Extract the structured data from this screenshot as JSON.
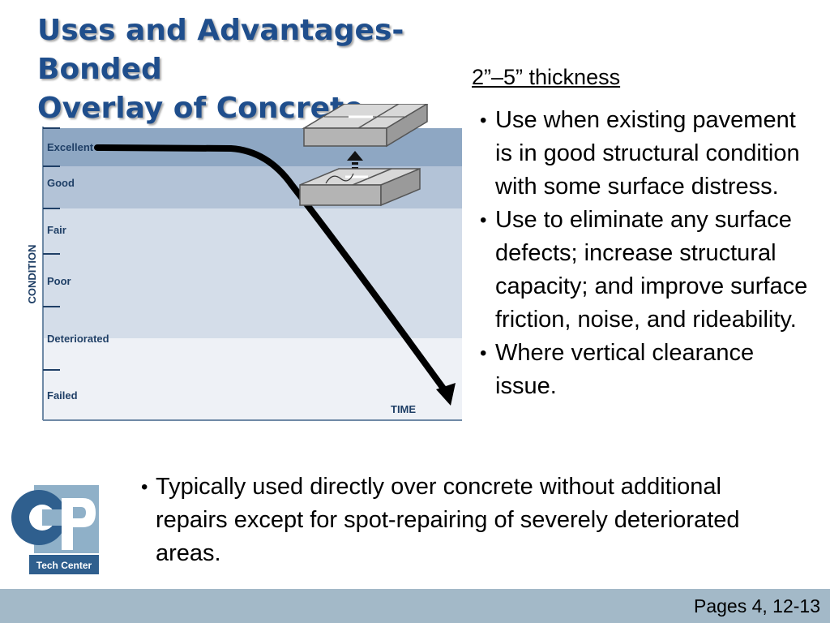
{
  "slide": {
    "title_line1": "Uses and Advantages- Bonded",
    "title_line2": "Overlay of Concrete",
    "subtitle": "2”–5” thickness",
    "bullets": [
      "Use when existing pavement is in good structural condition with some surface distress.",
      "Use to eliminate any surface defects; increase structural capacity; and improve surface friction, noise, and rideability.",
      "Where vertical clearance issue."
    ],
    "bottom_bullet": "Typically used directly over concrete without additional repairs except for spot-repairing of severely deteriorated areas.",
    "footer": "Pages 4, 12-13"
  },
  "figure": {
    "y_label": "CONDITION",
    "x_label": "TIME",
    "levels": [
      "Excellent",
      "Good",
      "Fair",
      "Poor",
      "Deteriorated",
      "Failed"
    ],
    "band_colors": [
      "#8ea7c3",
      "#b3c3d7",
      "#d4dde9",
      "#eef1f6"
    ]
  },
  "logo": {
    "letters": "CP",
    "caption": "Tech Center",
    "colors": {
      "dark": "#2f5f8e",
      "light": "#8fb0c8"
    }
  }
}
